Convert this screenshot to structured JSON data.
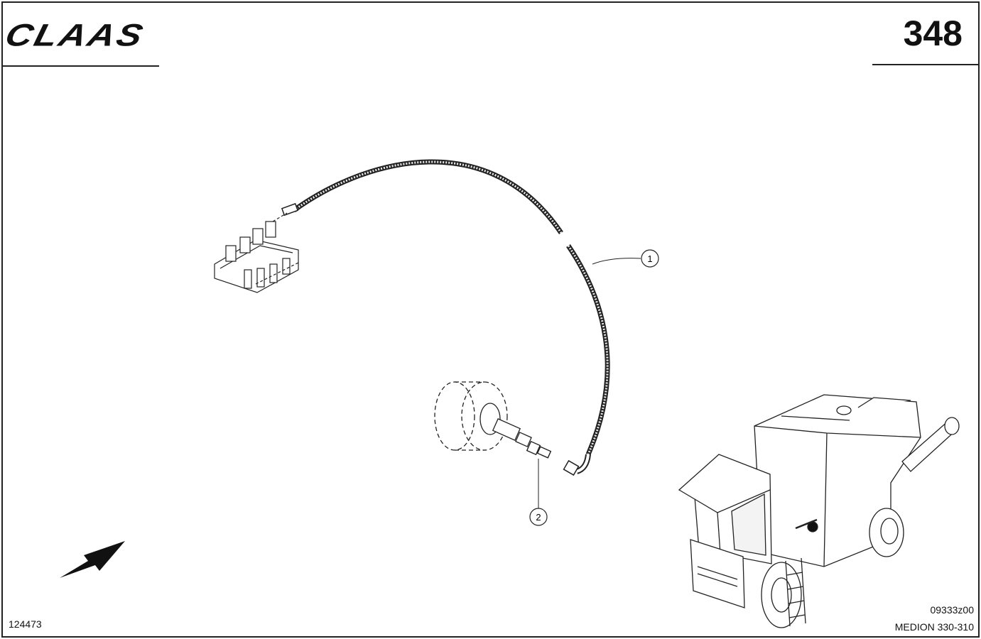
{
  "header": {
    "brand": "CLAAS",
    "page_number": "348"
  },
  "callouts": [
    {
      "label": "1",
      "part": "hydraulic hose"
    },
    {
      "label": "2",
      "part": "fitting"
    }
  ],
  "footer": {
    "drawing_id": "09333z00",
    "model": "MEDION 330-310",
    "doc_number": "124473"
  },
  "icons": [
    "direction-arrow-icon",
    "combine-harvester-locator-icon"
  ]
}
